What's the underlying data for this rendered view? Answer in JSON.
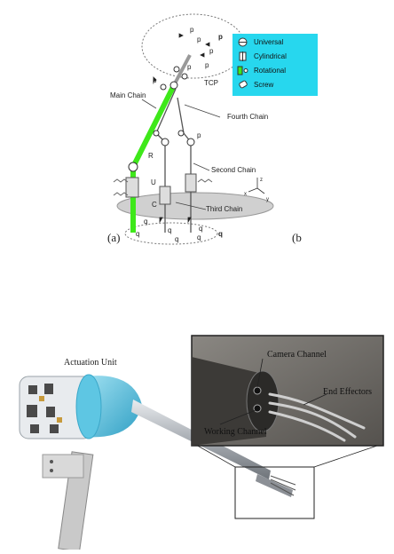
{
  "figure_top": {
    "panel_labels": {
      "a": "(a)",
      "b": "(b"
    },
    "chain_labels": {
      "main": "Main Chain",
      "fourth": "Fourth Chain",
      "second": "Second Chain",
      "third": "Third Chain"
    },
    "point_labels": {
      "tcp": "TCP",
      "p": "p",
      "p1": "p",
      "p2": "p",
      "p3": "p",
      "p4": "p",
      "p5": "p",
      "p1_top": "p",
      "p2_top": "p",
      "q": "q",
      "q1": "q",
      "q2": "q",
      "q3": "q",
      "q4": "q",
      "q5": "q",
      "q6": "q"
    },
    "joint_labels": {
      "r": "R",
      "u": "U",
      "c": "C"
    },
    "axis_labels": {
      "x": "x",
      "y": "y",
      "z": "z"
    },
    "legend": {
      "items": [
        {
          "icon": "universal-joint-icon",
          "label": "Universal"
        },
        {
          "icon": "cylindrical-joint-icon",
          "label": "Cylindrical"
        },
        {
          "icon": "rotational-joint-icon",
          "label": "Rotational"
        },
        {
          "icon": "screw-joint-icon",
          "label": "Screw"
        }
      ]
    },
    "colors": {
      "main_chain": "#3ee81a",
      "legend_bg": "#27d7ee",
      "platform": "#cfcfcf"
    }
  },
  "figure_bottom": {
    "labels": {
      "actuation_unit": "Actuation Unit",
      "camera_channel": "Camera Channel",
      "end_effectors": "End Effectors",
      "working_channel": "Working Channel"
    },
    "colors": {
      "cap": "#5ec6e3",
      "shaft": "#b8bcc2",
      "inset_bg": "#6b6864"
    }
  }
}
